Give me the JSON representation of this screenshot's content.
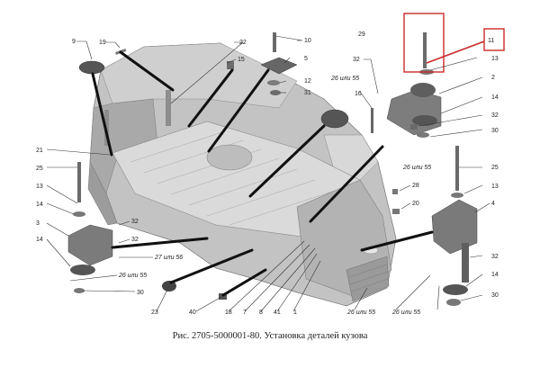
{
  "caption": "Рис. 2705-5000001-80. Установка деталей кузова",
  "footer": "",
  "colors": {
    "highlight": "#cc2a2a",
    "body": "#b9b9b9",
    "floor": "#d2d2d2",
    "part": "#6f6f6f"
  },
  "labels": {
    "l9": "9",
    "l19": "19",
    "l22": "22",
    "l10": "10",
    "l29": "29",
    "l11": "11",
    "l15": "15",
    "l5": "5",
    "l12": "12",
    "l31": "31",
    "l32a": "32",
    "l13a": "13",
    "l2655a": "26 или 55",
    "l2": "2",
    "l16": "16",
    "l14a": "14",
    "l32b": "32",
    "l30a": "30",
    "l21": "21",
    "l25a": "25",
    "l2655b": "26 или 55",
    "l25b": "25",
    "l13b": "13",
    "l28": "28",
    "l13c": "13",
    "l20": "20",
    "l4": "4",
    "l3": "3",
    "l32c": "32",
    "l14b": "14",
    "l32d": "32",
    "l2756": "27 или 56",
    "l32e": "32",
    "l2655c": "26 или 55",
    "l14c": "14",
    "l30b": "30",
    "l30c": "30",
    "l23": "23",
    "l40": "40",
    "l18": "18",
    "l7": "7",
    "l8": "8",
    "l41": "41",
    "l1": "1",
    "l2655d": "26 или 55",
    "l2655e": "26 или 55"
  }
}
